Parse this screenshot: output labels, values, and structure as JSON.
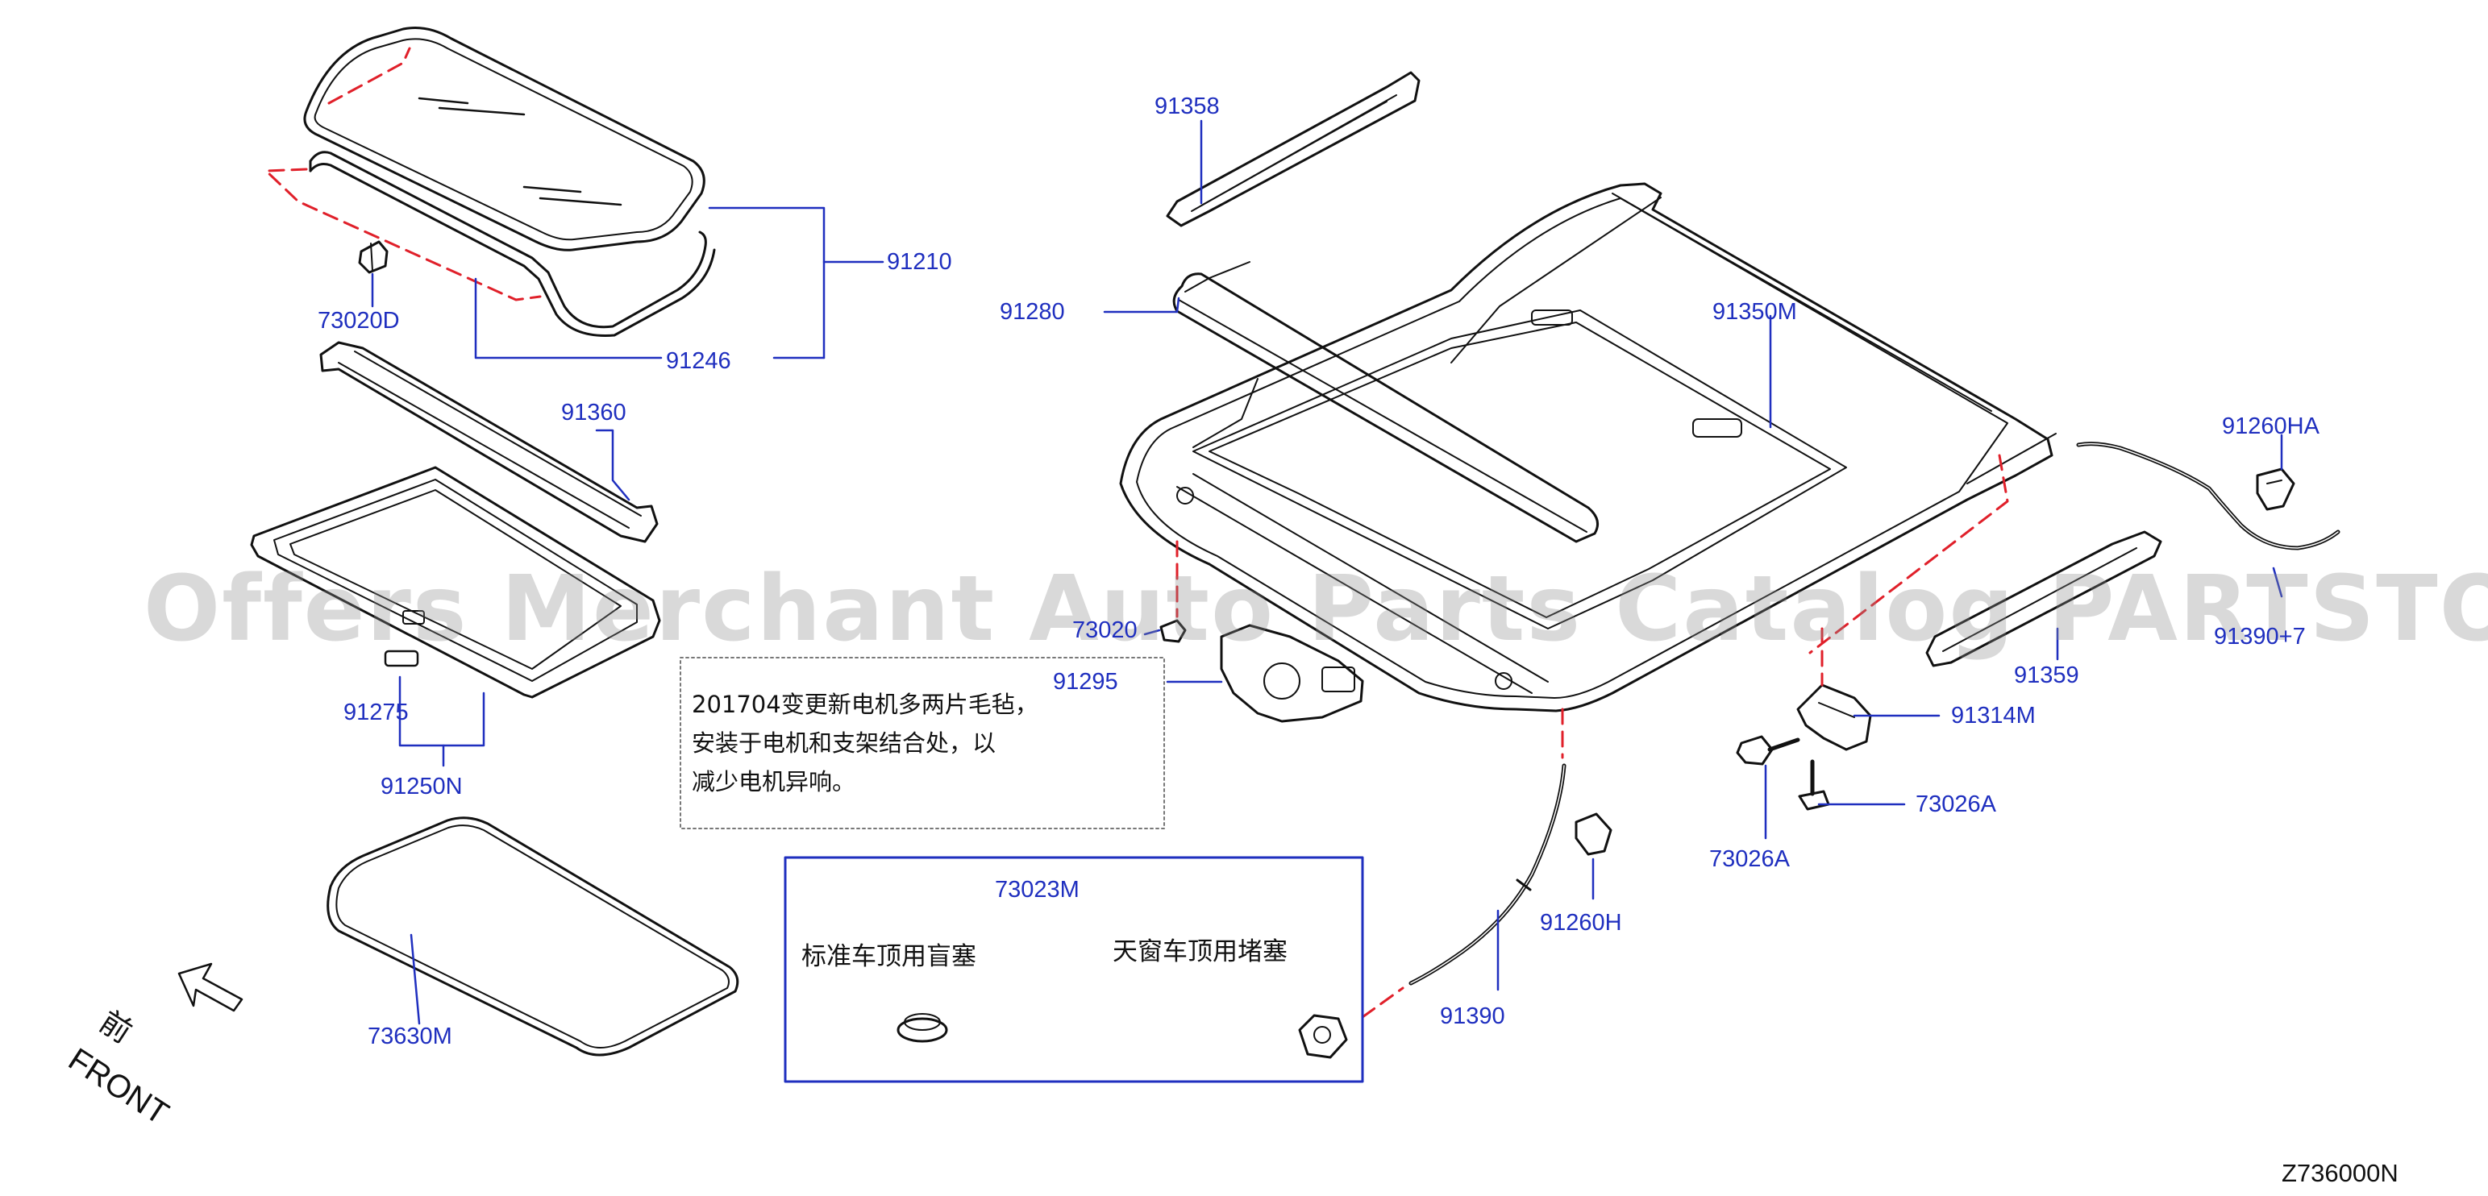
{
  "diagram_code": "Z736000N",
  "watermark": "Offers Merchant Auto Parts Catalog PARTSTORE.SA",
  "front_label": "FRONT",
  "front_label_zh": "前",
  "part_labels": {
    "p91358": "91358",
    "p91210": "91210",
    "p73020D": "73020D",
    "p91246": "91246",
    "p91280": "91280",
    "p91350M": "91350M",
    "p91360": "91360",
    "p91260HA": "91260HA",
    "p73020": "73020",
    "p91295": "91295",
    "p91359": "91359",
    "p913xx": "91390+7",
    "p91314M": "91314M",
    "p91275": "91275",
    "p91250N": "91250N",
    "p73026A_a": "73026A",
    "p73026A_b": "73026A",
    "p73023M": "73023M",
    "p91260H": "91260H",
    "p91390": "91390",
    "p73630M": "73630M"
  },
  "note": {
    "line1": "201704变更新电机多两片毛毡，",
    "line2": "安装于电机和支架结合处，以",
    "line3": "减少电机异响。"
  },
  "plug_box": {
    "standard_label": "标准车顶用盲塞",
    "sunroof_label": "天窗车顶用堵塞"
  },
  "colors": {
    "callout": "#1f2fbf",
    "line": "#111111",
    "dash": "#e0202a",
    "watermark": "#8c8c8c"
  }
}
